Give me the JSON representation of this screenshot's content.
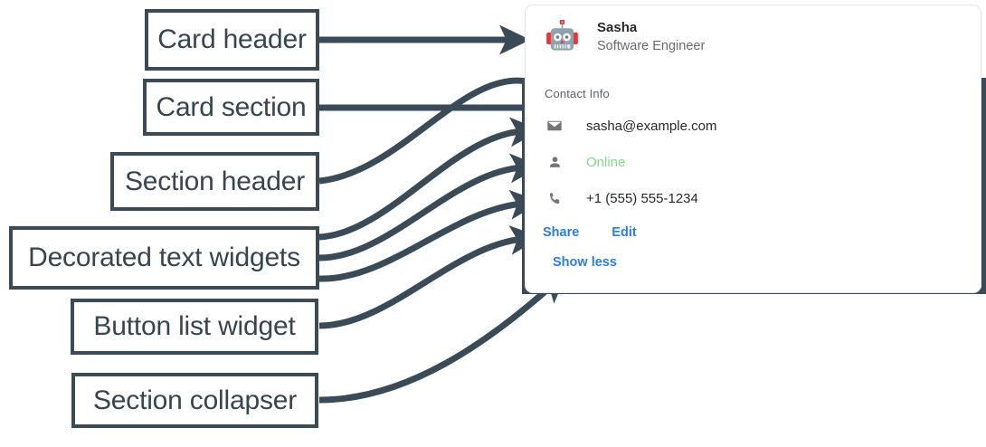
{
  "annotations": [
    {
      "label": "Card header",
      "name": "callout-card-header"
    },
    {
      "label": "Card section",
      "name": "callout-card-section"
    },
    {
      "label": "Section header",
      "name": "callout-section-header"
    },
    {
      "label": "Decorated text widgets",
      "name": "callout-decorated-text-widgets"
    },
    {
      "label": "Button list widget",
      "name": "callout-button-list-widget"
    },
    {
      "label": "Section collapser",
      "name": "callout-section-collapser"
    }
  ],
  "card": {
    "header": {
      "avatar_icon": "robot-avatar-icon",
      "title": "Sasha",
      "subtitle": "Software Engineer"
    },
    "section": {
      "header": "Contact Info",
      "rows": [
        {
          "icon": "email-icon",
          "text": "sasha@example.com",
          "color": "#26292b"
        },
        {
          "icon": "person-icon",
          "text": "Online",
          "color": "#84d98a"
        },
        {
          "icon": "phone-icon",
          "text": "+1 (555) 555-1234",
          "color": "#26292b"
        }
      ],
      "buttons": [
        {
          "label": "Share"
        },
        {
          "label": "Edit"
        }
      ],
      "collapser": {
        "label": "Show less"
      }
    }
  },
  "colors": {
    "annotation_stroke": "#3a4b57",
    "link_blue": "#2b7de9",
    "status_green": "#84d98a",
    "card_border": "#e4e4e4",
    "muted_text": "#5f6368"
  }
}
